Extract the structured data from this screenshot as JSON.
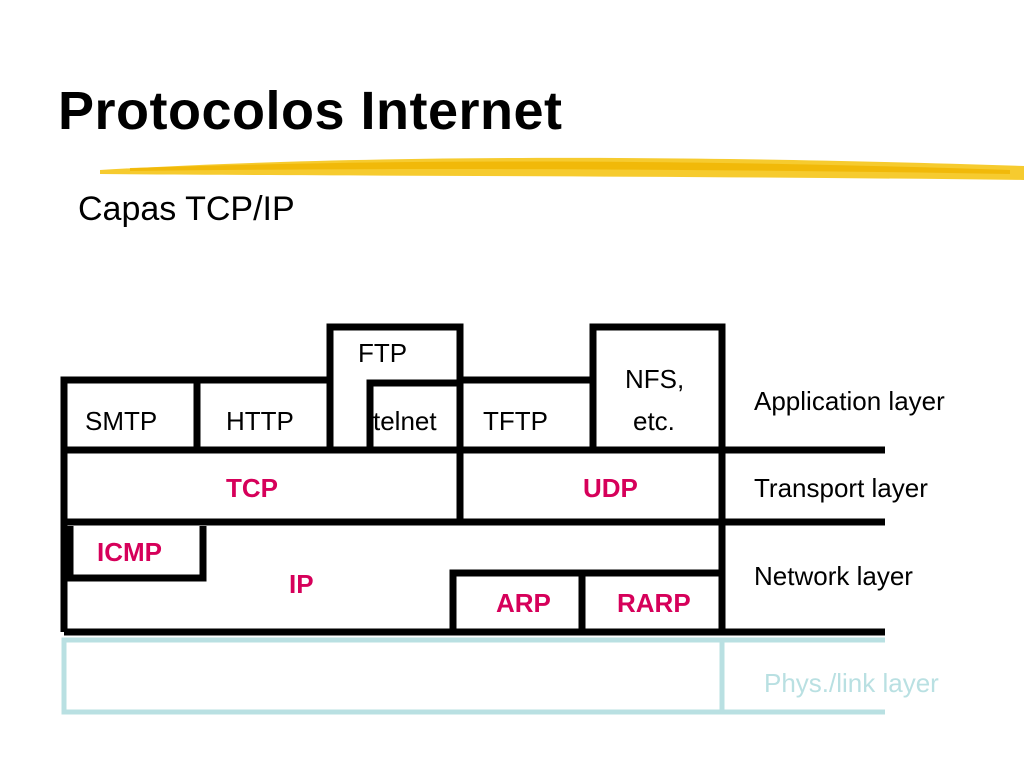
{
  "slide": {
    "title": "Protocolos Internet",
    "subtitle": "Capas TCP/IP"
  },
  "colors": {
    "title": "#000000",
    "accent_underline": "#f5c518",
    "protocol_highlight": "#d6005a",
    "physical_layer": "#b9e0e2",
    "outline": "#000000"
  },
  "diagram": {
    "application_protocols": [
      "SMTP",
      "HTTP",
      "FTP",
      "telnet",
      "TFTP",
      "NFS,",
      "etc."
    ],
    "transport_protocols": [
      "TCP",
      "UDP"
    ],
    "network_protocols": [
      "ICMP",
      "IP",
      "ARP",
      "RARP"
    ],
    "layers": {
      "application": "Application layer",
      "transport": "Transport layer",
      "network": "Network layer",
      "physical": "Phys./link layer"
    }
  }
}
